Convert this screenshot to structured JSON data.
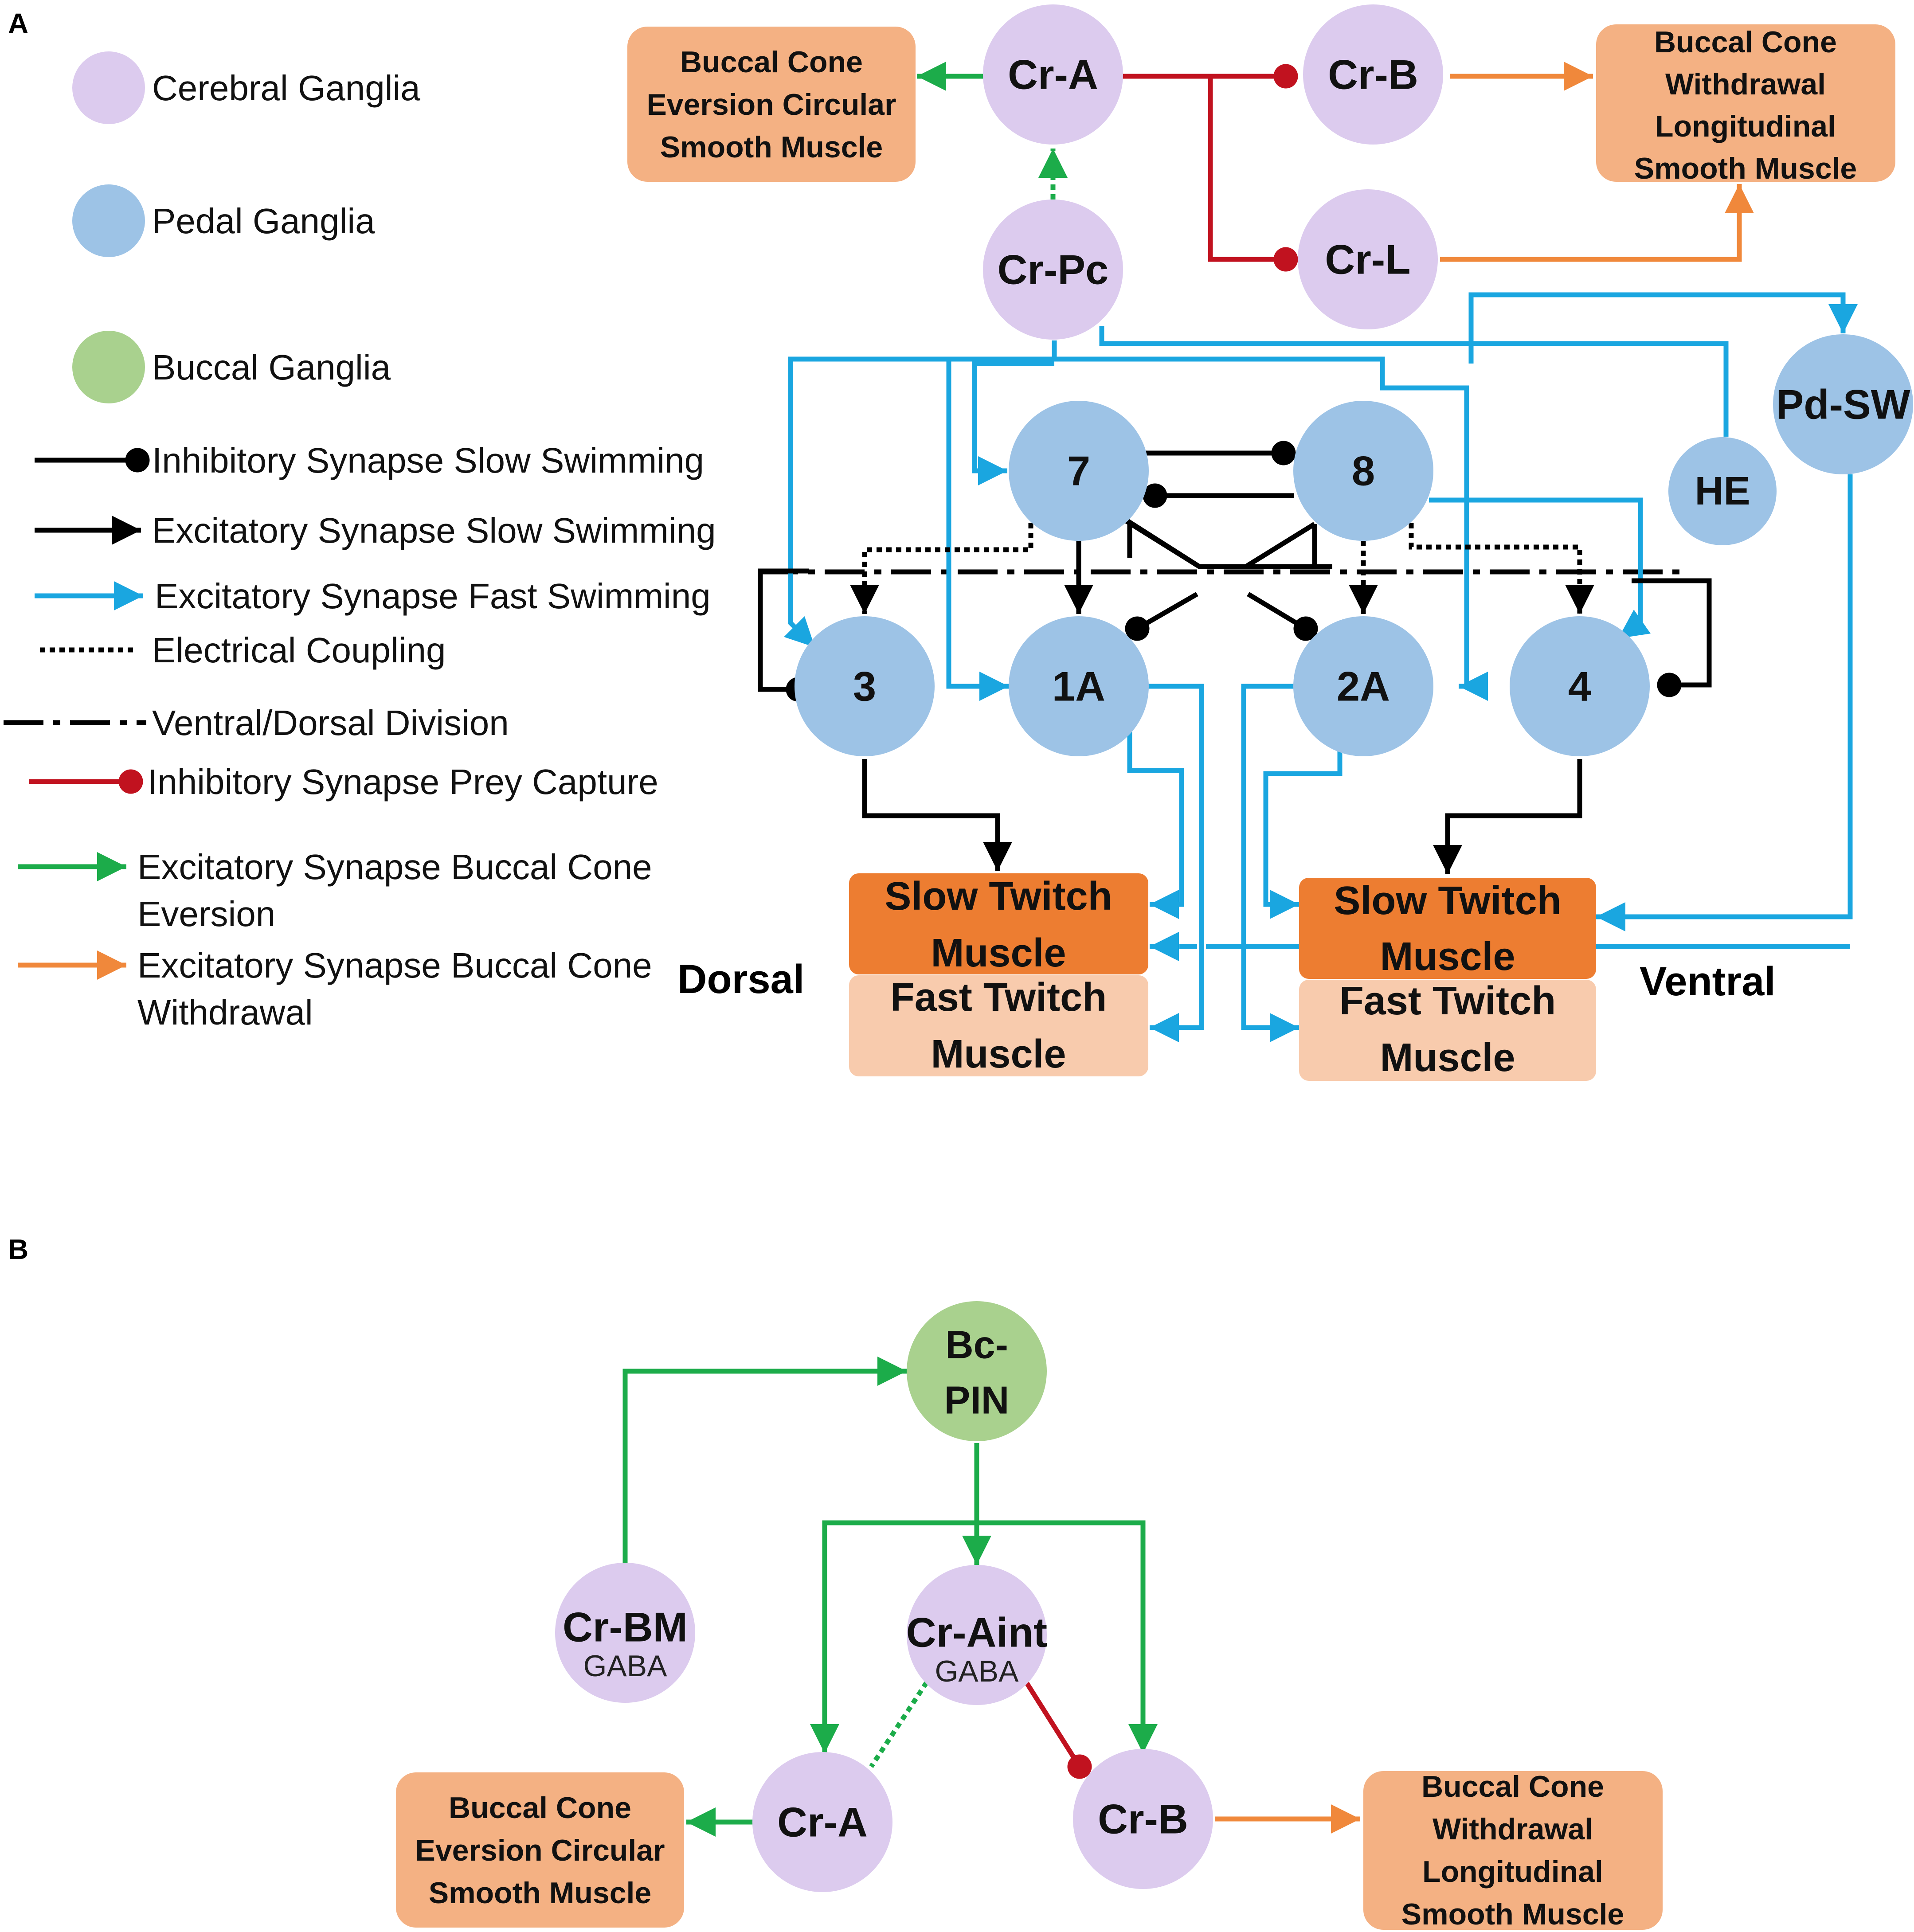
{
  "colors": {
    "cerebral": "#dccbee",
    "pedal": "#9dc3e6",
    "buccal": "#a9d18e",
    "smooth_muscle": "#f4b183",
    "slow_twitch": "#ed7d31",
    "fast_twitch": "#f8cbad",
    "black": "#000000",
    "blue": "#1aa6e0",
    "red": "#c1121f",
    "green": "#1cac4a",
    "orange": "#f0883b"
  },
  "panels": {
    "a": "A",
    "b": "B"
  },
  "legend": [
    {
      "key": "cerebral",
      "text": "Cerebral Ganglia",
      "icon": "circle-purple"
    },
    {
      "key": "pedal",
      "text": "Pedal Ganglia",
      "icon": "circle-blue"
    },
    {
      "key": "buccal",
      "text": "Buccal Ganglia",
      "icon": "circle-green"
    },
    {
      "key": "inh_slow",
      "text": "Inhibitory Synapse Slow Swimming",
      "icon": "line-black-dot"
    },
    {
      "key": "exc_slow",
      "text": "Excitatory Synapse Slow Swimming",
      "icon": "line-black-triangle"
    },
    {
      "key": "exc_fast",
      "text": "Excitatory Synapse Fast Swimming",
      "icon": "line-blue-triangle"
    },
    {
      "key": "electrical",
      "text": "Electrical Coupling",
      "icon": "line-dotted"
    },
    {
      "key": "division",
      "text": "Ventral/Dorsal Division",
      "icon": "line-dashdot"
    },
    {
      "key": "inh_prey",
      "text": "Inhibitory Synapse Prey Capture",
      "icon": "line-red-dot"
    },
    {
      "key": "exc_bc_eversion",
      "text": "Excitatory Synapse Buccal Cone Eversion",
      "icon": "line-green-triangle"
    },
    {
      "key": "exc_bc_withdrawal",
      "text": "Excitatory Synapse Buccal Cone Withdrawal",
      "icon": "line-orange-triangle"
    }
  ],
  "panel_a": {
    "nodes": {
      "cr_a": "Cr-A",
      "cr_b": "Cr-B",
      "cr_l": "Cr-L",
      "cr_pc": "Cr-Pc",
      "pd_sw": "Pd-SW",
      "he": "HE",
      "n7": "7",
      "n8": "8",
      "n3": "3",
      "n1a": "1A",
      "n2a": "2A",
      "n4": "4"
    },
    "boxes": {
      "bc_eversion": [
        "Buccal Cone",
        "Eversion Circular",
        "Smooth Muscle"
      ],
      "bc_withdrawal": [
        "Buccal Cone",
        "Withdrawal",
        "Longitudinal",
        "Smooth Muscle"
      ],
      "slow_twitch_dorsal": [
        "Slow Twitch",
        "Muscle"
      ],
      "fast_twitch_dorsal": [
        "Fast Twitch",
        "Muscle"
      ],
      "slow_twitch_ventral": [
        "Slow Twitch",
        "Muscle"
      ],
      "fast_twitch_ventral": [
        "Fast Twitch",
        "Muscle"
      ]
    },
    "side_labels": {
      "dorsal": "Dorsal",
      "ventral": "Ventral"
    }
  },
  "panel_b": {
    "nodes": {
      "bc_pin": [
        "Bc-",
        "PIN"
      ],
      "cr_bm": "Cr-BM",
      "cr_bm_sub": "GABA",
      "cr_aint": "Cr-Aint",
      "cr_aint_sub": "GABA",
      "cr_a": "Cr-A",
      "cr_b": "Cr-B"
    },
    "boxes": {
      "bc_eversion": [
        "Buccal Cone",
        "Eversion Circular",
        "Smooth Muscle"
      ],
      "bc_withdrawal": [
        "Buccal Cone",
        "Withdrawal",
        "Longitudinal",
        "Smooth Muscle"
      ]
    }
  }
}
